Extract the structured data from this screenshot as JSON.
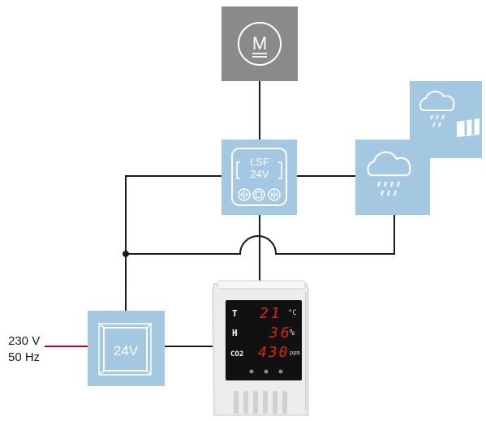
{
  "motor": {
    "symbol": "M"
  },
  "controller": {
    "line1": "LSF",
    "line2": "24V"
  },
  "power_supply": {
    "label": "24V"
  },
  "mains": {
    "voltage": "230 V",
    "frequency": "50 Hz"
  },
  "sensor_display": {
    "rows": [
      {
        "label": "T",
        "value": "21",
        "unit": "°C"
      },
      {
        "label": "H",
        "value": "36",
        "unit": "%"
      },
      {
        "label": "CO2",
        "value": "430",
        "unit": "ppm"
      }
    ]
  },
  "colors": {
    "motor_box": "#8a8a8a",
    "component_box": "#a4c8e1",
    "wire": "#1a1a1a",
    "mains_wire": "#c0001a",
    "display_digits": "#e0231b"
  },
  "icons": [
    "motor-icon",
    "rain-sensor-icon",
    "wind-rain-sensor-icon",
    "power-supply-icon"
  ]
}
